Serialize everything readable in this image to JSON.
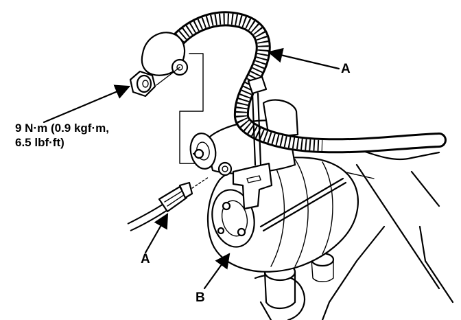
{
  "labels": {
    "harness_callout_upper": "A",
    "harness_callout_lower": "A",
    "starter_callout": "B",
    "torque_line1": "9 N·m (0.9 kgf·m,",
    "torque_line2": "6.5 lbf·ft)"
  }
}
